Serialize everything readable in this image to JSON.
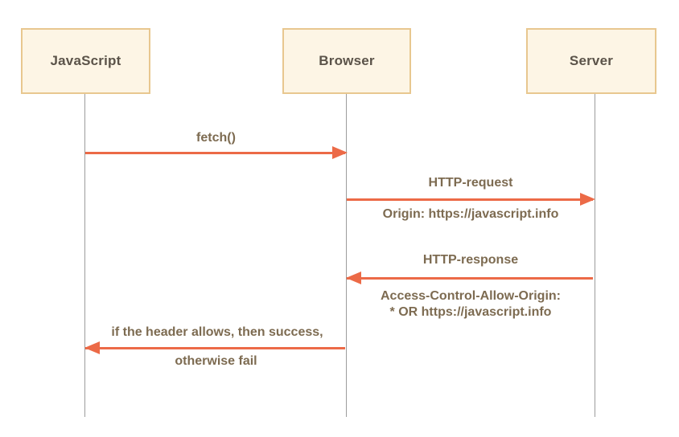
{
  "diagram": {
    "type": "sequence",
    "actors": [
      {
        "id": "javascript",
        "label": "JavaScript"
      },
      {
        "id": "browser",
        "label": "Browser"
      },
      {
        "id": "server",
        "label": "Server"
      }
    ],
    "messages": [
      {
        "from": "JavaScript",
        "to": "Browser",
        "direction": "right",
        "label": "fetch()"
      },
      {
        "from": "Browser",
        "to": "Server",
        "direction": "right",
        "label": "HTTP-request",
        "sublabel": "Origin: https://javascript.info"
      },
      {
        "from": "Server",
        "to": "Browser",
        "direction": "left",
        "label": "HTTP-response",
        "sublabel_line1": "Access-Control-Allow-Origin:",
        "sublabel_line2": "* OR https://javascript.info"
      },
      {
        "from": "Browser",
        "to": "JavaScript",
        "direction": "left",
        "label": "if the header allows, then success,",
        "sublabel": "otherwise fail"
      }
    ],
    "colors": {
      "actor_fill": "#fdf5e5",
      "actor_border": "#e8c78f",
      "actor_text": "#5b5349",
      "arrow": "#ec6a47",
      "message_text": "#7d6b51",
      "lifeline": "#9c9c9c",
      "background": "#ffffff"
    }
  }
}
